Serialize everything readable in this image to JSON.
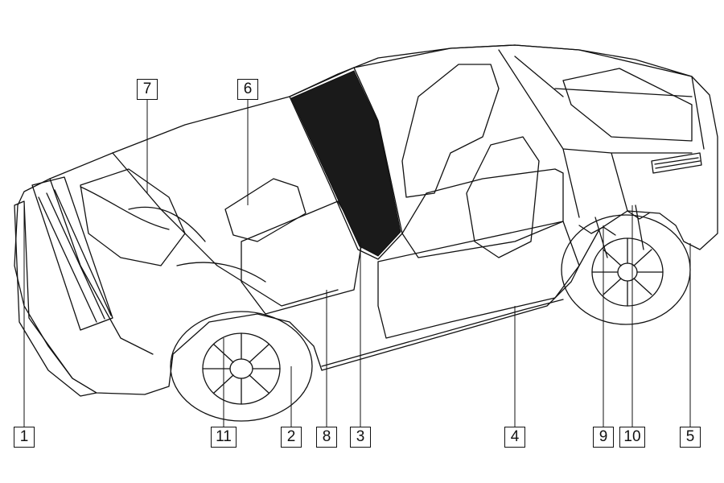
{
  "callouts": [
    {
      "id": "1",
      "label": "1"
    },
    {
      "id": "11",
      "label": "11"
    },
    {
      "id": "2",
      "label": "2"
    },
    {
      "id": "8",
      "label": "8"
    },
    {
      "id": "3",
      "label": "3"
    },
    {
      "id": "4",
      "label": "4"
    },
    {
      "id": "9",
      "label": "9"
    },
    {
      "id": "10",
      "label": "10"
    },
    {
      "id": "5",
      "label": "5"
    },
    {
      "id": "7",
      "label": "7"
    },
    {
      "id": "6",
      "label": "6"
    }
  ],
  "colors": {
    "ink": "#111111",
    "background": "#ffffff",
    "shade": "#1a1a1a"
  }
}
